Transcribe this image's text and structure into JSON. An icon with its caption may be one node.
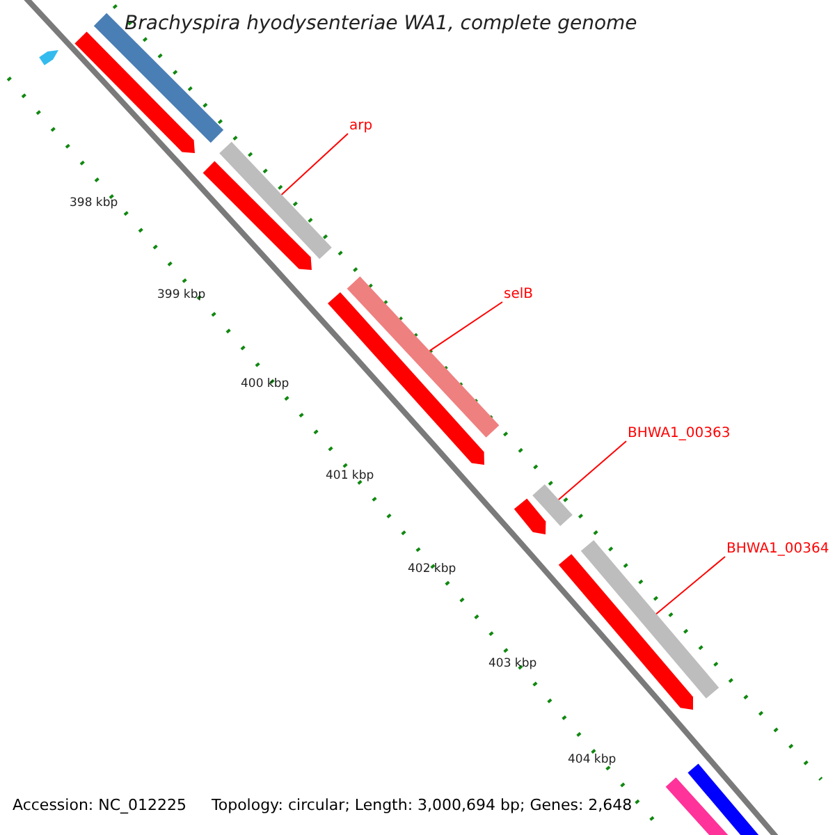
{
  "diagram": {
    "title": "Brachyspira hyodysenteriae WA1, complete genome",
    "nodes": [
      {
        "text": [
          "arp"
        ]
      },
      {
        "text": [],
        "shape": "bar"
      },
      {
        "text": [
          "selB"
        ]
      },
      {
        "text": [],
        "shape": "bar"
      },
      {
        "text": [
          "BHWA1_00363"
        ]
      },
      {
        "text": [],
        "shape": "bar"
      },
      {
        "text": [
          "BHWA1_00364"
        ]
      },
      {
        "text": [],
        "shape": "bar"
      },
      {
        "text": [],
        "shape": "bar"
      },
      {
        "text": [],
        "shape": "arrow"
      },
      {
        "text": [],
        "shape": "arrow"
      },
      {
        "text": [],
        "shape": "arrow"
      },
      {
        "text": [],
        "shape": "arrow"
      },
      {
        "text": [],
        "shape": "arrow"
      },
      {
        "text": [],
        "shape": "arrow"
      },
      {
        "text": [],
        "shape": "bar"
      },
      {
        "text": [],
        "shape": "bar"
      }
    ],
    "edges": [
      {
        "from": 0,
        "to": 1,
        "arrow": "none"
      },
      {
        "from": 2,
        "to": 3,
        "arrow": "none"
      },
      {
        "from": 4,
        "to": 5,
        "arrow": "none"
      },
      {
        "from": 6,
        "to": 7,
        "arrow": "none"
      }
    ],
    "labels": [
      "398 kbp",
      "399 kbp",
      "400 kbp",
      "401 kbp",
      "402 kbp",
      "403 kbp",
      "404 kbp",
      "Accession: NC_012225",
      "Topology: circular; Length: 3,000,694 bp; Genes: 2,648"
    ]
  }
}
